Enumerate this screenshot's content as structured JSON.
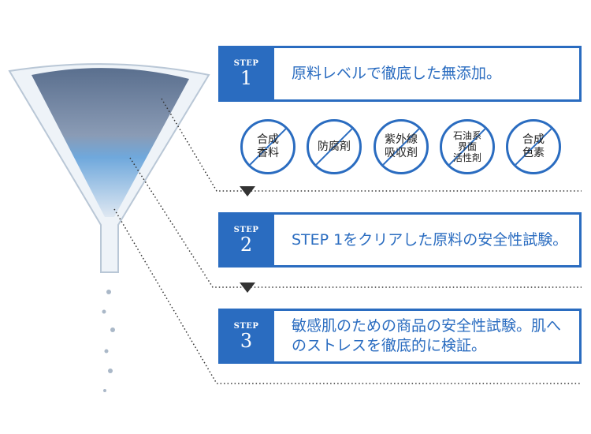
{
  "steps": [
    {
      "label": "STEP",
      "number": "1",
      "text": "原料レベルで徹底した無添加。"
    },
    {
      "label": "STEP",
      "number": "2",
      "text": "STEP 1をクリアした原料の安全性試験。"
    },
    {
      "label": "STEP",
      "number": "3",
      "text": "敏感肌のための商品の安全性試験。肌へのストレスを徹底的に検証。"
    }
  ],
  "free_of": [
    "合成\n香料",
    "防腐剤",
    "紫外線\n吸収剤",
    "石油系\n界面\n活性剤",
    "合成\n色素"
  ],
  "colors": {
    "accent": "#2a6cc0"
  }
}
